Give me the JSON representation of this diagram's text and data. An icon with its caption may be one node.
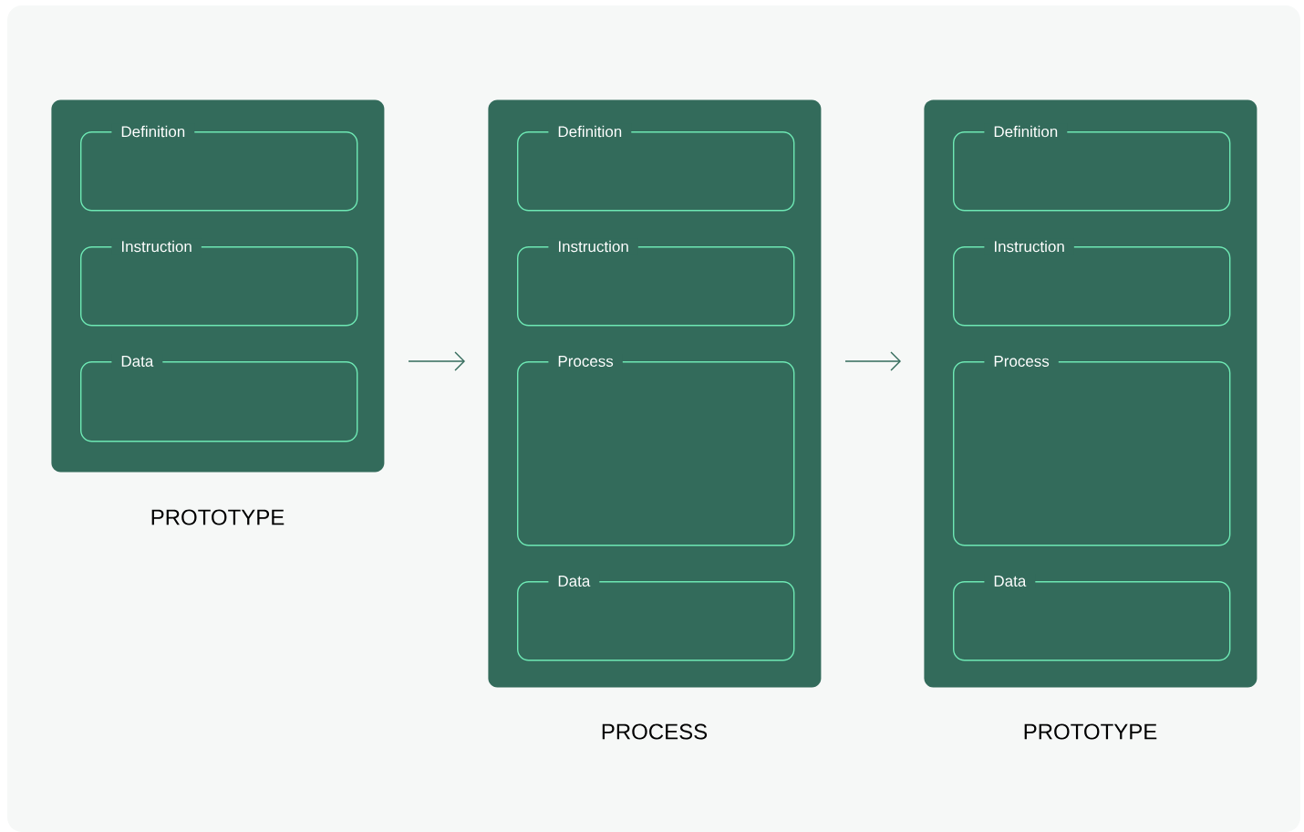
{
  "diagram": {
    "nodes": [
      {
        "text": [],
        "shape": "box",
        "beside": [
          "PROTOTYPE"
        ]
      },
      {
        "text": [
          "Definition"
        ],
        "in": 0
      },
      {
        "text": [
          "Instruction"
        ],
        "in": 0
      },
      {
        "text": [
          "Data"
        ],
        "in": 0
      },
      {
        "text": [],
        "shape": "box",
        "beside": [
          "PROCESS"
        ]
      },
      {
        "text": [
          "Definition"
        ],
        "in": 4
      },
      {
        "text": [
          "Instruction"
        ],
        "in": 4
      },
      {
        "text": [
          "Process"
        ],
        "in": 4
      },
      {
        "text": [
          "Data"
        ],
        "in": 4
      },
      {
        "text": [],
        "shape": "box",
        "beside": [
          "PROTOTYPE"
        ]
      },
      {
        "text": [
          "Definition"
        ],
        "in": 9
      },
      {
        "text": [
          "Instruction"
        ],
        "in": 9
      },
      {
        "text": [
          "Process"
        ],
        "in": 9
      },
      {
        "text": [
          "Data"
        ],
        "in": 9
      }
    ],
    "edges": [
      {
        "from": 0,
        "to": 4,
        "arrow": "to"
      },
      {
        "from": 4,
        "to": 9,
        "arrow": "to"
      }
    ]
  }
}
